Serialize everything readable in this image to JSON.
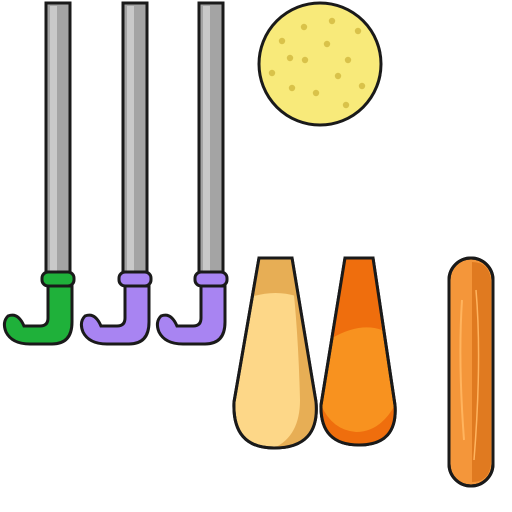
{
  "scene": {
    "hockey_sticks": [
      {
        "name": "green-hockey-stick",
        "blade_color": "#1fb13a",
        "blade_shade": "#168a2b",
        "collar_color": "#1fb13a"
      },
      {
        "name": "purple-hockey-stick",
        "blade_color": "#a884f2",
        "blade_shade": "#8a64de",
        "collar_color": "#a884f2"
      },
      {
        "name": "purple-hockey-stick",
        "blade_color": "#a884f2",
        "blade_shade": "#8a64de",
        "collar_color": "#a884f2"
      }
    ],
    "shaft_color": "#a4a4a4",
    "shaft_highlight": "#c9c9c9",
    "ball": {
      "color": "#f8ea7a",
      "dot_color": "#d9c24a"
    },
    "paddles": [
      {
        "name": "light-wooden-paddle",
        "color": "#fdd788",
        "shade": "#e7ae55"
      },
      {
        "name": "orange-wooden-paddle",
        "color": "#f8921f",
        "shade": "#ef6e0d"
      }
    ],
    "plank": {
      "color": "#f4963a",
      "shade": "#e07a20",
      "grain": "#ffb45e"
    },
    "outline_color": "#1a1a1a"
  }
}
